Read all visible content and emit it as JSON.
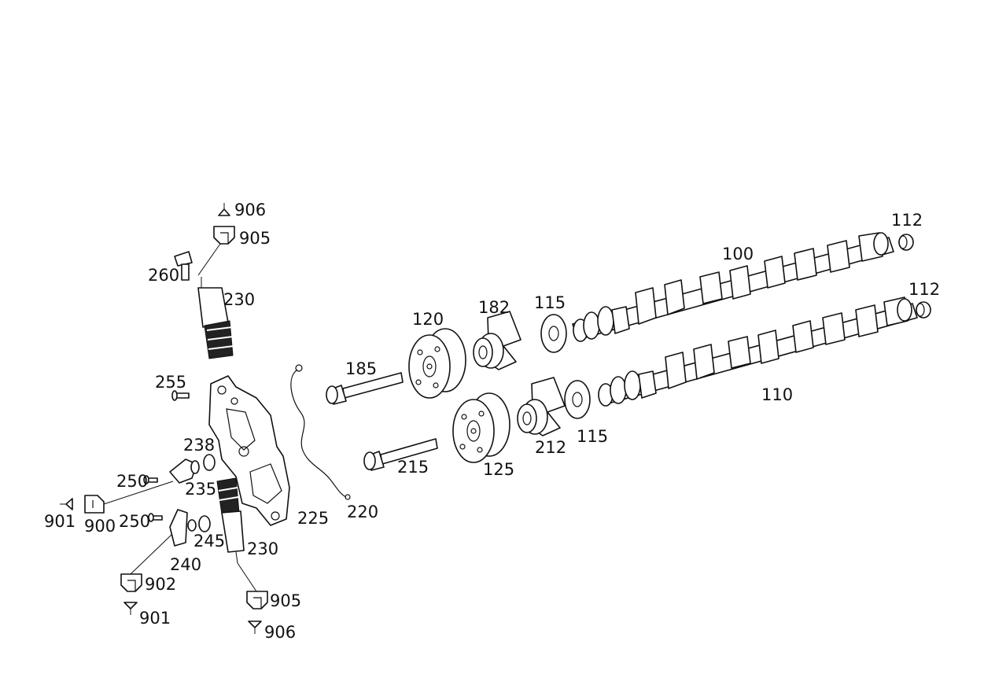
{
  "labels": {
    "p100": "100",
    "p110": "110",
    "p112a": "112",
    "p112b": "112",
    "p115a": "115",
    "p115b": "115",
    "p120": "120",
    "p125": "125",
    "p182": "182",
    "p185": "185",
    "p212": "212",
    "p215": "215",
    "p220": "220",
    "p225": "225",
    "p230a": "230",
    "p230b": "230",
    "p235": "235",
    "p238": "238",
    "p240": "240",
    "p245": "245",
    "p250a": "250",
    "p250b": "250",
    "p255": "255",
    "p260": "260",
    "p900": "900",
    "p901a": "901",
    "p901b": "901",
    "p902": "902",
    "p905a": "905",
    "p905b": "905",
    "p906a": "906",
    "p906b": "906"
  },
  "colors": {
    "line": "#111111",
    "background": "#ffffff"
  }
}
